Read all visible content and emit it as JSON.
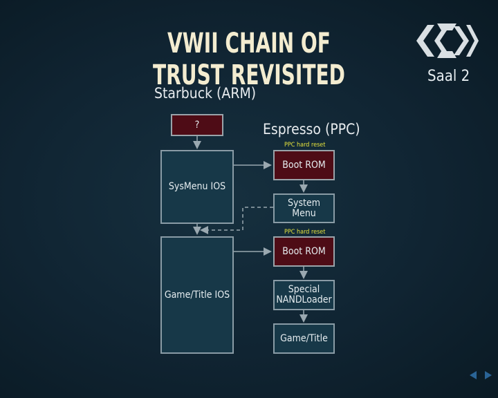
{
  "slide": {
    "title": "VWII CHAIN OF TRUST REVISITED",
    "room": "Saal 2"
  },
  "diagram": {
    "arm_heading": "Starbuck (ARM)",
    "ppc_heading": "Espresso (PPC)",
    "arm_unknown": "?",
    "sysmenu_ios": "SysMenu IOS",
    "game_title_ios": "Game/Title IOS",
    "reset_label_1": "PPC hard reset",
    "boot_rom_1": "Boot ROM",
    "system_menu": "System Menu",
    "reset_label_2": "PPC hard reset",
    "boot_rom_2": "Boot ROM",
    "special_line1": "Special",
    "special_line2": "NANDLoader",
    "game_title": "Game/Title"
  },
  "colors": {
    "background": "#102432",
    "box_fill": "#173848",
    "red_box_fill": "#4e0c16",
    "reset_label": "#e6e33c",
    "title": "#f3ecd0"
  },
  "icons": {
    "logo": "ccc-logo-icon",
    "prev": "arrow-left-icon",
    "next": "arrow-right-icon"
  }
}
